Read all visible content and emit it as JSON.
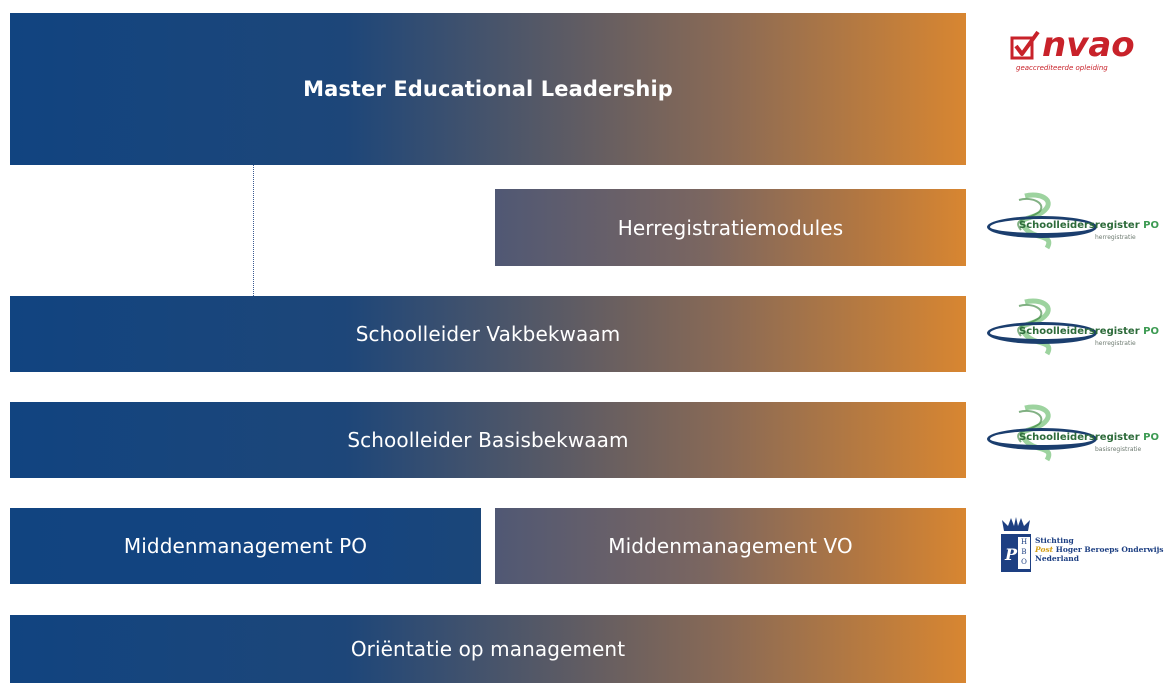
{
  "diagram": {
    "bars": {
      "master": "Master Educational Leadership",
      "herregistratie": "Herregistratiemodules",
      "vakbekwaam": "Schoolleider Vakbekwaam",
      "basisbekwaam": "Schoolleider Basisbekwaam",
      "middenmanagement_po": "Middenmanagement PO",
      "middenmanagement_vo": "Middenmanagement VO",
      "orientatie": "Oriëntatie op management"
    }
  },
  "logos": {
    "nvao": {
      "name": "nvao",
      "subtitle": "geaccrediteerde opleiding"
    },
    "schoolleidersregister": [
      {
        "name": "Schoolleidersregister",
        "suffix": "PO",
        "subtitle": "herregistratie"
      },
      {
        "name": "Schoolleidersregister",
        "suffix": "PO",
        "subtitle": "herregistratie"
      },
      {
        "name": "Schoolleidersregister",
        "suffix": "PO",
        "subtitle": "basisregistratie"
      }
    ],
    "phbo": {
      "letters": "HBO",
      "initial": "P",
      "line1": "Stichting",
      "line2_post": "Post",
      "line2_rest": " Hoger Beroeps Onderwijs",
      "line3": "Nederland"
    }
  },
  "colors": {
    "bar_blue": "#114480",
    "bar_orange": "#d88631",
    "nvao_red": "#c8222a",
    "register_green": "#3c9a52",
    "phbo_blue": "#1d3f82",
    "phbo_gold": "#d4a017"
  }
}
